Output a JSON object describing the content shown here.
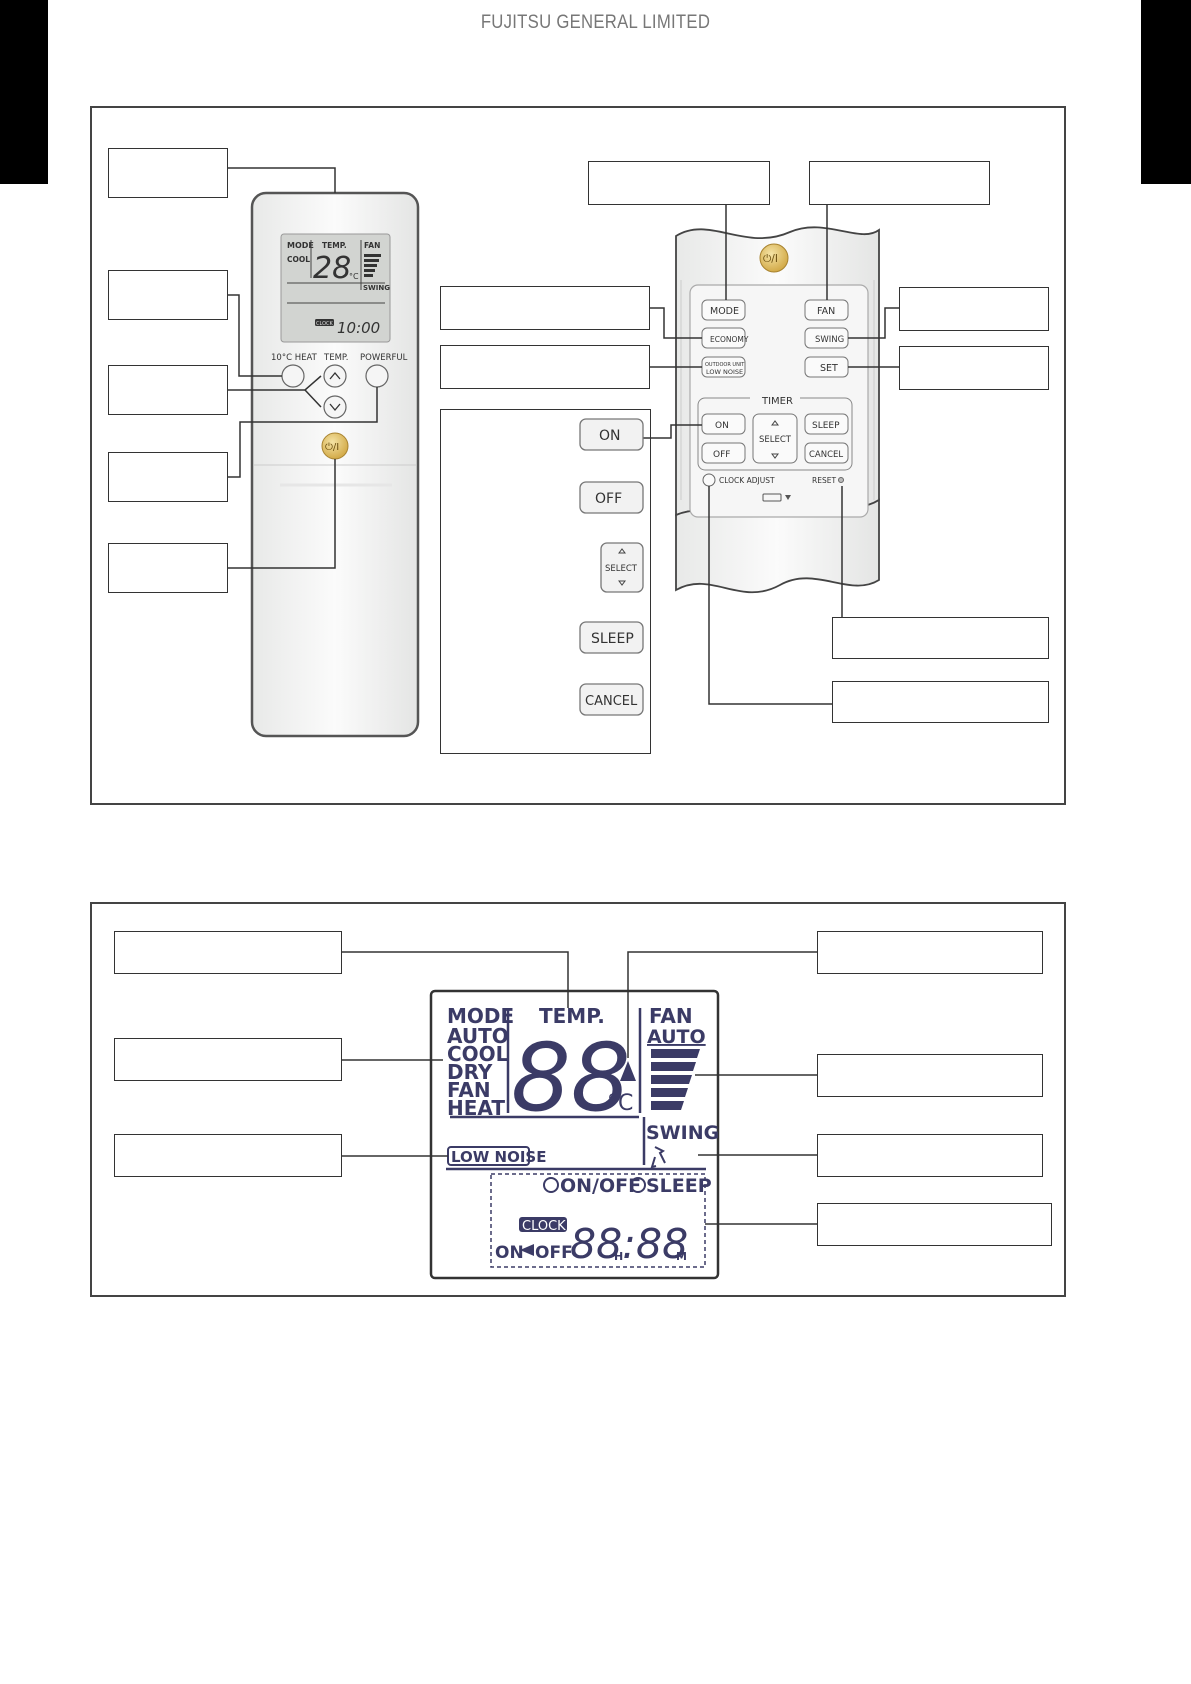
{
  "header": {
    "company": "FUJITSU GENERAL LIMITED"
  },
  "remote_full": {
    "lcd": {
      "mode_label": "MODE",
      "mode_value": "COOL",
      "temp_label": "TEMP.",
      "temp_value": "28",
      "unit": "°C",
      "fan_label": "FAN",
      "swing_label": "SWING",
      "clock_label": "CLOCK",
      "clock_value": "10:00"
    },
    "buttons": {
      "ten_heat": "10°C HEAT",
      "temp": "TEMP.",
      "powerful": "POWERFUL",
      "power": "⏻/I"
    }
  },
  "remote_panel": {
    "power": "⏻/I",
    "mode": "MODE",
    "fan": "FAN",
    "economy": "ECONOMY",
    "swing": "SWING",
    "low_noise_top": "OUTDOOR UNIT",
    "low_noise_bottom": "LOW NOISE",
    "set": "SET",
    "timer": "TIMER",
    "on": "ON",
    "off": "OFF",
    "select": "SELECT",
    "sleep": "SLEEP",
    "cancel": "CANCEL",
    "clock_adjust": "CLOCK ADJUST",
    "reset": "RESET"
  },
  "timer_buttons": {
    "on": "ON",
    "off": "OFF",
    "select": "SELECT",
    "sleep": "SLEEP",
    "cancel": "CANCEL"
  },
  "display": {
    "mode": "MODE",
    "auto": "AUTO",
    "cool": "COOL",
    "dry": "DRY",
    "fan": "FAN",
    "heat": "HEAT",
    "temp": "TEMP.",
    "digits": "88",
    "unit": "°C",
    "fan_label": "FAN",
    "fan_auto": "AUTO",
    "swing": "SWING",
    "low_noise": "LOW NOISE",
    "on_off": "ON/OFF",
    "sleep": "SLEEP",
    "clock": "CLOCK",
    "on": "ON",
    "off": "OFF",
    "time": "88:88",
    "h": "H",
    "m": "M"
  }
}
